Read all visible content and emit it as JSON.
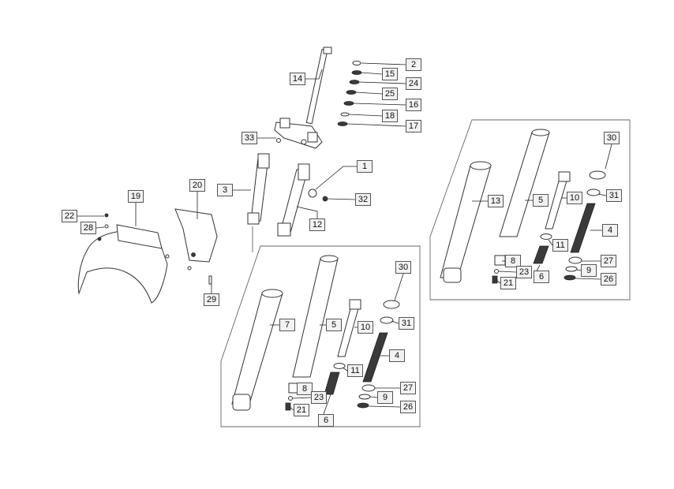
{
  "callouts": [
    {
      "id": "c14",
      "text": "14"
    },
    {
      "id": "c2",
      "text": "2"
    },
    {
      "id": "c15",
      "text": "15"
    },
    {
      "id": "c24",
      "text": "24"
    },
    {
      "id": "c25",
      "text": "25"
    },
    {
      "id": "c16",
      "text": "16"
    },
    {
      "id": "c18",
      "text": "18"
    },
    {
      "id": "c17",
      "text": "17"
    },
    {
      "id": "c33",
      "text": "33"
    },
    {
      "id": "c1",
      "text": "1"
    },
    {
      "id": "c3",
      "text": "3"
    },
    {
      "id": "c32",
      "text": "32"
    },
    {
      "id": "c12",
      "text": "12"
    },
    {
      "id": "c19",
      "text": "19"
    },
    {
      "id": "c20",
      "text": "20"
    },
    {
      "id": "c22",
      "text": "22"
    },
    {
      "id": "c28",
      "text": "28"
    },
    {
      "id": "c29",
      "text": "29"
    },
    {
      "id": "r30",
      "text": "30"
    },
    {
      "id": "r13",
      "text": "13"
    },
    {
      "id": "r5",
      "text": "5"
    },
    {
      "id": "r10",
      "text": "10"
    },
    {
      "id": "r31",
      "text": "31"
    },
    {
      "id": "r4",
      "text": "4"
    },
    {
      "id": "r11",
      "text": "11"
    },
    {
      "id": "r8",
      "text": "8"
    },
    {
      "id": "r27",
      "text": "27"
    },
    {
      "id": "r23",
      "text": "23"
    },
    {
      "id": "r9",
      "text": "9"
    },
    {
      "id": "r6",
      "text": "6"
    },
    {
      "id": "r21",
      "text": "21"
    },
    {
      "id": "r26",
      "text": "26"
    },
    {
      "id": "l30",
      "text": "30"
    },
    {
      "id": "l7",
      "text": "7"
    },
    {
      "id": "l5",
      "text": "5"
    },
    {
      "id": "l10",
      "text": "10"
    },
    {
      "id": "l31",
      "text": "31"
    },
    {
      "id": "l4",
      "text": "4"
    },
    {
      "id": "l11",
      "text": "11"
    },
    {
      "id": "l8",
      "text": "8"
    },
    {
      "id": "l27",
      "text": "27"
    },
    {
      "id": "l23",
      "text": "23"
    },
    {
      "id": "l9",
      "text": "9"
    },
    {
      "id": "l21",
      "text": "21"
    },
    {
      "id": "l26",
      "text": "26"
    },
    {
      "id": "l6",
      "text": "6"
    }
  ]
}
